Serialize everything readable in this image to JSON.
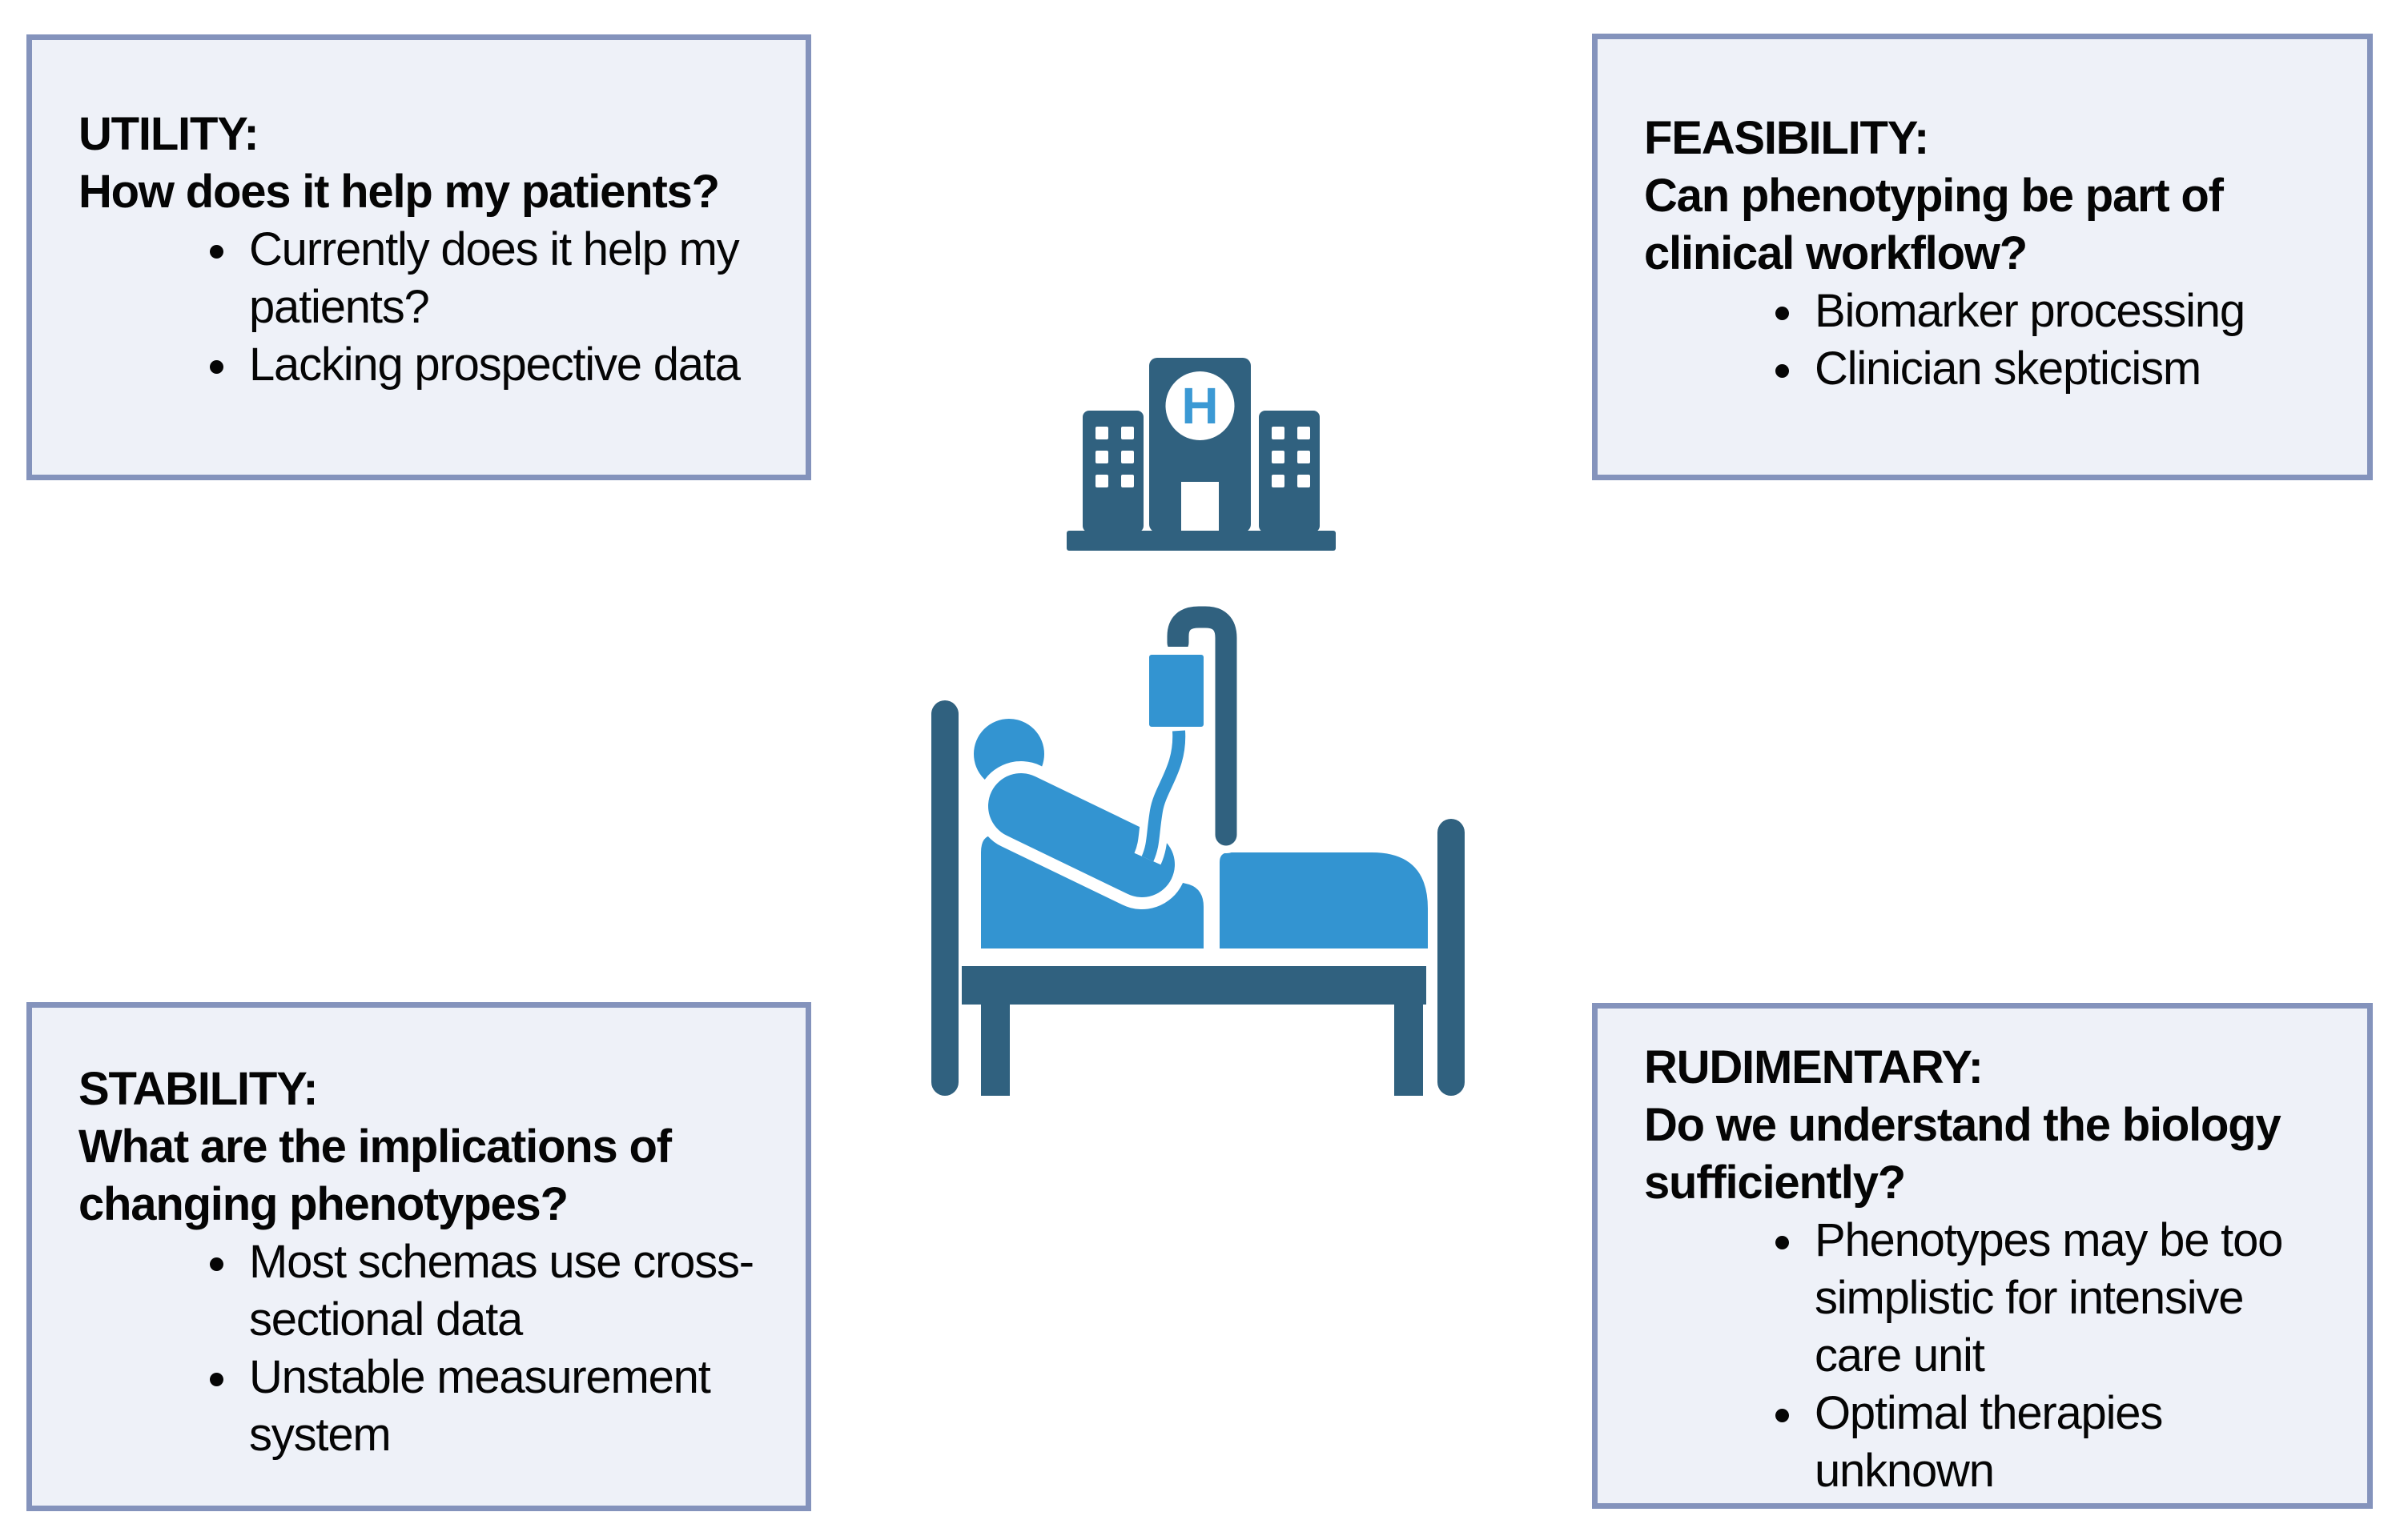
{
  "figure": {
    "boxes": [
      {
        "title": "UTILITY:",
        "question": "How does it help my patients?",
        "bullets": [
          "Currently does it help my patients?",
          "Lacking prospective data"
        ]
      },
      {
        "title": "FEASIBILITY:",
        "question": "Can phenotyping be part of clinical workflow?",
        "bullets": [
          "Biomarker processing",
          "Clinician skepticism"
        ]
      },
      {
        "title": "STABILITY:",
        "question": "What are the implications of changing phenotypes?",
        "bullets": [
          "Most schemas use cross-sectional data",
          "Unstable measurement system"
        ]
      },
      {
        "title": "RUDIMENTARY:",
        "question": "Do we understand the biology sufficiently?",
        "bullets": [
          "Phenotypes may be too simplistic for intensive care unit",
          "Optimal therapies unknown"
        ]
      }
    ],
    "hospital_icon": {
      "letter": "H"
    },
    "colors": {
      "box_background": "#EEF1F8",
      "box_border": "#8493BC",
      "icon_dark_blue": "#30617F",
      "icon_light_blue": "#3394D1",
      "hospital_letter_blue": "#3B99D4",
      "text_color": "#050505"
    }
  }
}
